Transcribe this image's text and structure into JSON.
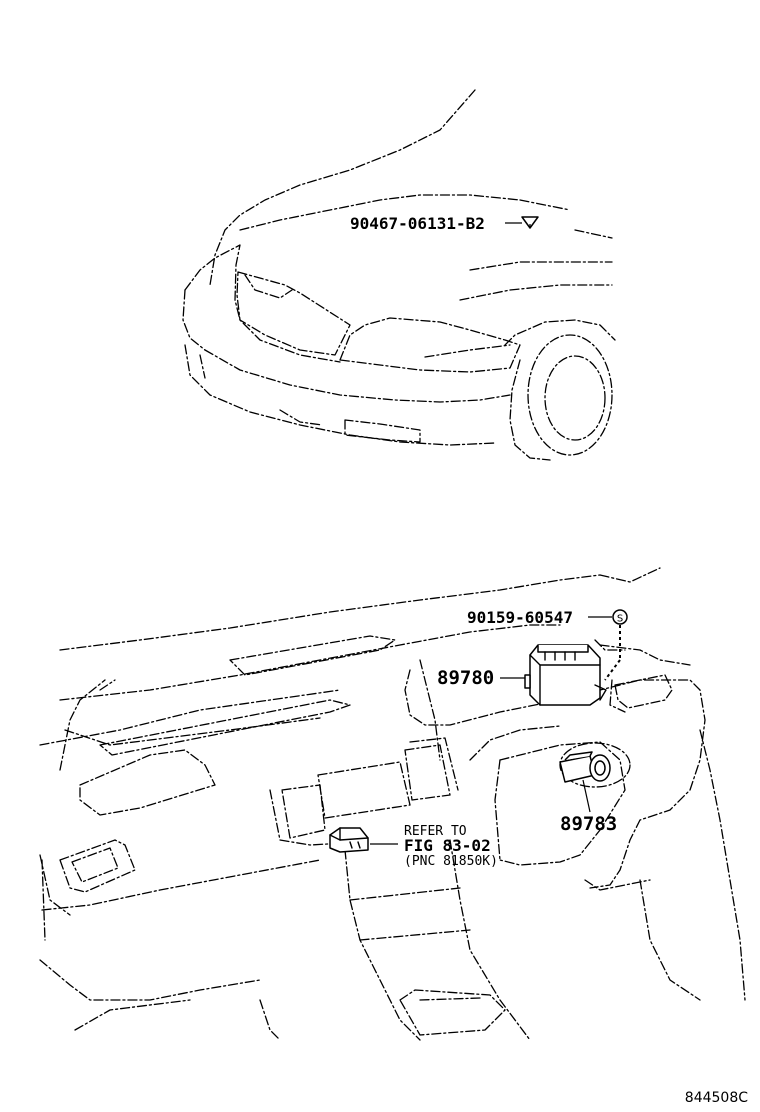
{
  "parts": {
    "bolt_hood": "90467-06131-B2",
    "screw": "90159-60547",
    "unit_main": "89780",
    "unit_switch": "89783"
  },
  "reference": {
    "line1": "REFER TO",
    "line2": "FIG  83-02",
    "line3": "(PNC 81850K)"
  },
  "screw_symbol": "S",
  "illustration_code": "844508C",
  "colors": {
    "ink": "#000000",
    "paper": "#ffffff"
  }
}
